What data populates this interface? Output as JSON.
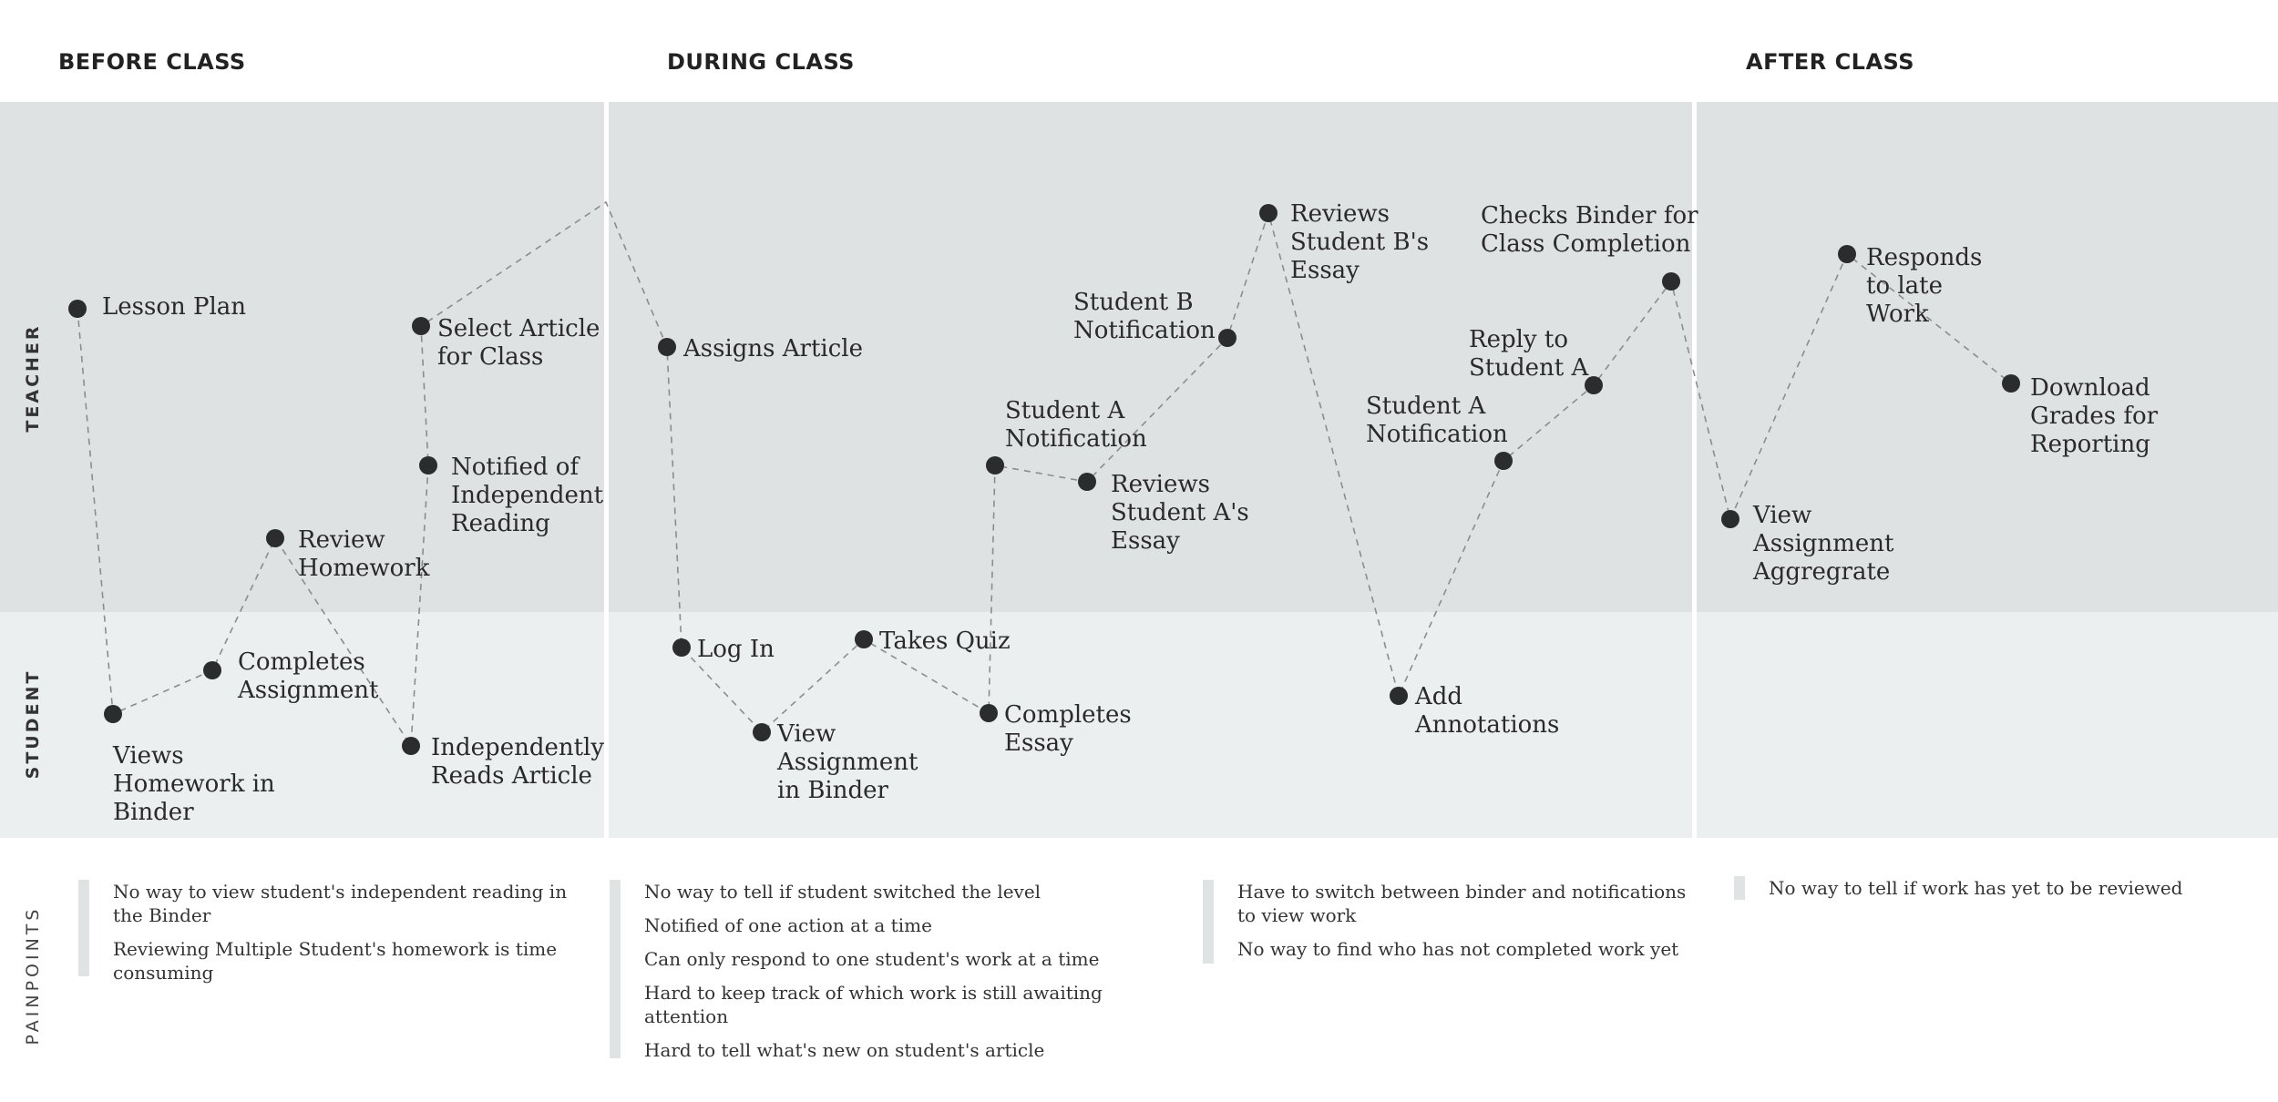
{
  "phases": {
    "before": "BEFORE CLASS",
    "during": "DURING CLASS",
    "after": "AFTER CLASS"
  },
  "lanes": {
    "teacher": "TEACHER",
    "student": "STUDENT",
    "painpoints": "PAINPOINTS"
  },
  "colors": {
    "teacher_band": "#dfe2e3",
    "student_band": "#ecefef",
    "node": "#2b2c2e",
    "connector": "#8c8c8c"
  },
  "journey": {
    "lesson_plan": "Lesson Plan",
    "views_homework": "Views\nHomework in\nBinder",
    "completes_assignment": "Completes\nAssignment",
    "review_homework": "Review\nHomework",
    "independently_reads": "Independently\nReads Article",
    "notified_independent": "Notified of\nIndependent\nReading",
    "select_article": "Select Article\nfor Class",
    "assigns_article": "Assigns Article",
    "log_in": "Log In",
    "view_assignment_binder": "View\nAssignment\nin Binder",
    "takes_quiz": "Takes Quiz",
    "completes_essay": "Completes\nEssay",
    "student_a_notification_1": "Student A\nNotification",
    "reviews_student_a": "Reviews\nStudent A's\nEssay",
    "student_b_notification": "Student B\nNotification",
    "reviews_student_b": "Reviews\nStudent B's\nEssay",
    "add_annotations": "Add\nAnnotations",
    "student_a_notification_2": "Student A\nNotification",
    "reply_student_a": "Reply to\nStudent A",
    "checks_binder": "Checks Binder for\nClass Completion",
    "view_aggregate": "View\nAssignment\nAggregrate",
    "responds_late": "Responds\nto late\nWork",
    "download_grades": "Download\nGrades for\nReporting"
  },
  "painpoints": {
    "before": [
      "No way to view student's independent reading in the Binder",
      "Reviewing Multiple Student's homework is time consuming"
    ],
    "during_1": [
      "No way to tell if student switched the level",
      "Notified of one action at a time",
      "Can only respond to one student's work at a time",
      "Hard to keep track of which work is still awaiting attention",
      "Hard to tell what's new on student's article"
    ],
    "during_2": [
      "Have to switch between binder and notifications to view work",
      "No way to find who has not completed work yet"
    ],
    "after": [
      "No way to tell if work has yet to be reviewed"
    ]
  }
}
